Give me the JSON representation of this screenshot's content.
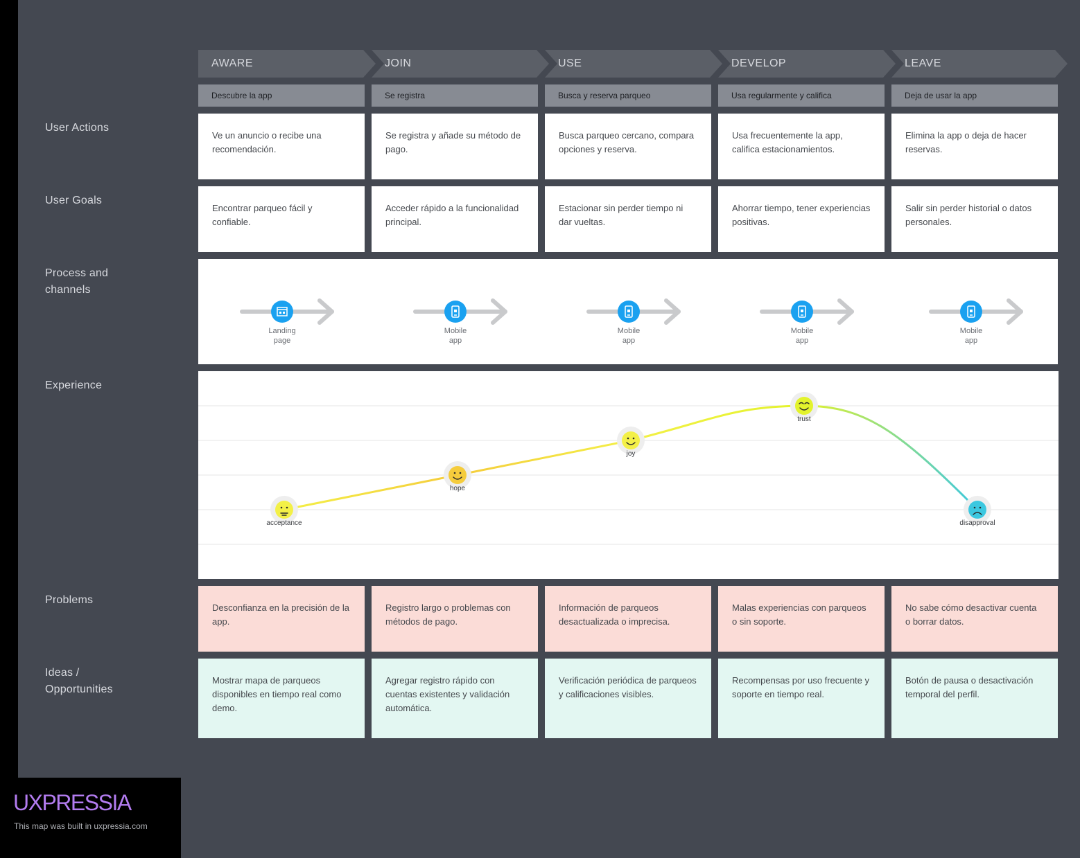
{
  "stages": [
    {
      "name": "AWARE",
      "subheading": "Descubre la app"
    },
    {
      "name": "JOIN",
      "subheading": "Se registra"
    },
    {
      "name": "USE",
      "subheading": "Busca y reserva parqueo"
    },
    {
      "name": "DEVELOP",
      "subheading": "Usa regularmente y califica"
    },
    {
      "name": "LEAVE",
      "subheading": "Deja de usar la app"
    }
  ],
  "rows": {
    "user_actions": {
      "label": "User Actions",
      "cells": [
        "Ve un anuncio o recibe una recomendación.",
        "Se registra y añade su método de pago.",
        "Busca parqueo cercano, compara opciones y reserva.",
        "Usa frecuentemente la app, califica estacionamientos.",
        "Elimina la app o deja de hacer reservas."
      ]
    },
    "user_goals": {
      "label": "User Goals",
      "cells": [
        "Encontrar parqueo fácil y confiable.",
        "Acceder rápido a la funcionalidad principal.",
        "Estacionar sin perder tiempo ni dar vueltas.",
        "Ahorrar tiempo, tener experiencias positivas.",
        "Salir sin perder historial o datos personales."
      ]
    },
    "process": {
      "label_line1": "Process and",
      "label_line2": "channels",
      "channels": [
        {
          "line1": "Landing",
          "line2": "page",
          "icon": "landing-page-icon"
        },
        {
          "line1": "Mobile",
          "line2": "app",
          "icon": "mobile-app-icon"
        },
        {
          "line1": "Mobile",
          "line2": "app",
          "icon": "mobile-app-icon"
        },
        {
          "line1": "Mobile",
          "line2": "app",
          "icon": "mobile-app-icon"
        },
        {
          "line1": "Mobile",
          "line2": "app",
          "icon": "mobile-app-icon"
        }
      ]
    },
    "experience": {
      "label": "Experience",
      "levels": 6,
      "points": [
        {
          "emotion": "acceptance",
          "level": 2,
          "color": "#f3f047",
          "face": "neutral"
        },
        {
          "emotion": "hope",
          "level": 3,
          "color": "#f5cc3c",
          "face": "smile"
        },
        {
          "emotion": "joy",
          "level": 4,
          "color": "#f3f047",
          "face": "smile"
        },
        {
          "emotion": "trust",
          "level": 5,
          "color": "#e3f32c",
          "face": "wink"
        },
        {
          "emotion": "disapproval",
          "level": 2,
          "color": "#3cc8e0",
          "face": "frown"
        }
      ]
    },
    "problems": {
      "label": "Problems",
      "cells": [
        "Desconfianza en la precisión de la app.",
        "Registro largo o problemas con métodos de pago.",
        "Información de parqueos desactualizada o imprecisa.",
        "Malas experiencias con parqueos o sin soporte.",
        "No sabe cómo desactivar cuenta o borrar datos."
      ]
    },
    "ideas": {
      "label_line1": "Ideas /",
      "label_line2": "Opportunities",
      "cells": [
        "Mostrar mapa de parqueos disponibles en tiempo real como demo.",
        "Agregar registro rápido con cuentas existentes y validación automática.",
        "Verificación periódica de parqueos y calificaciones visibles.",
        "Recompensas por uso frecuente y soporte en tiempo real.",
        "Botón de pausa o desactivación temporal del perfil."
      ]
    }
  },
  "colors": {
    "channel_icon": "#1aa1f0",
    "arrow": "#c9cacc",
    "problems_bg": "#fbdcd7",
    "ideas_bg": "#e3f7f2"
  },
  "footer": {
    "brand": "UXPRESSIA",
    "tagline": "This map was built in uxpressia.com"
  }
}
